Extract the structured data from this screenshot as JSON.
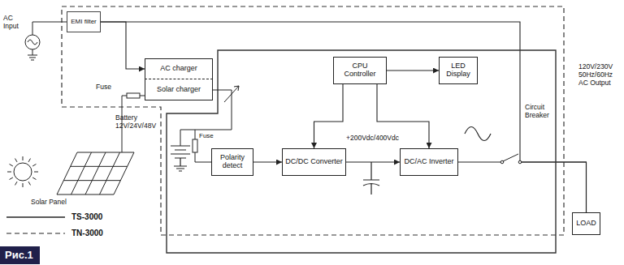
{
  "diagram": {
    "caption": "Рис.1",
    "nodes": [
      {
        "text": [
          "EMI filter"
        ]
      },
      {
        "text": [
          "AC charger"
        ]
      },
      {
        "text": [
          "Solar charger"
        ]
      },
      {
        "text": [
          "CPU Controller"
        ]
      },
      {
        "text": [
          "LED Display"
        ]
      },
      {
        "text": [
          "Polarity detect"
        ]
      },
      {
        "text": [
          "DC/DC Converter"
        ]
      },
      {
        "text": [
          "DC/AC Inverter"
        ]
      },
      {
        "text": [
          "LOAD"
        ]
      }
    ],
    "edges": [
      {
        "from": 0,
        "to": 1,
        "arrow": "to"
      },
      {
        "from": 3,
        "to": 4,
        "arrow": "to"
      },
      {
        "from": 3,
        "to": 6,
        "arrow": "to"
      },
      {
        "from": 3,
        "to": 7,
        "arrow": "to"
      },
      {
        "from": 5,
        "to": 6,
        "arrow": "to"
      },
      {
        "from": 6,
        "to": 7,
        "arrow": "to"
      },
      {
        "from": 7,
        "to": 8,
        "arrow": "none"
      },
      {
        "from": 0,
        "to": 8,
        "arrow": "none"
      }
    ],
    "labels": [
      "AC Input",
      "Fuse",
      "Solar Panel",
      "Battery 12V/24V/48V",
      "Fuse",
      "+200Vdc/400Vdc",
      "Circuit Breaker",
      "120V/230V 50Hz/60Hz AC Output"
    ],
    "legend": [
      {
        "text": "TS-3000"
      },
      {
        "text": "TN-3000"
      }
    ]
  }
}
